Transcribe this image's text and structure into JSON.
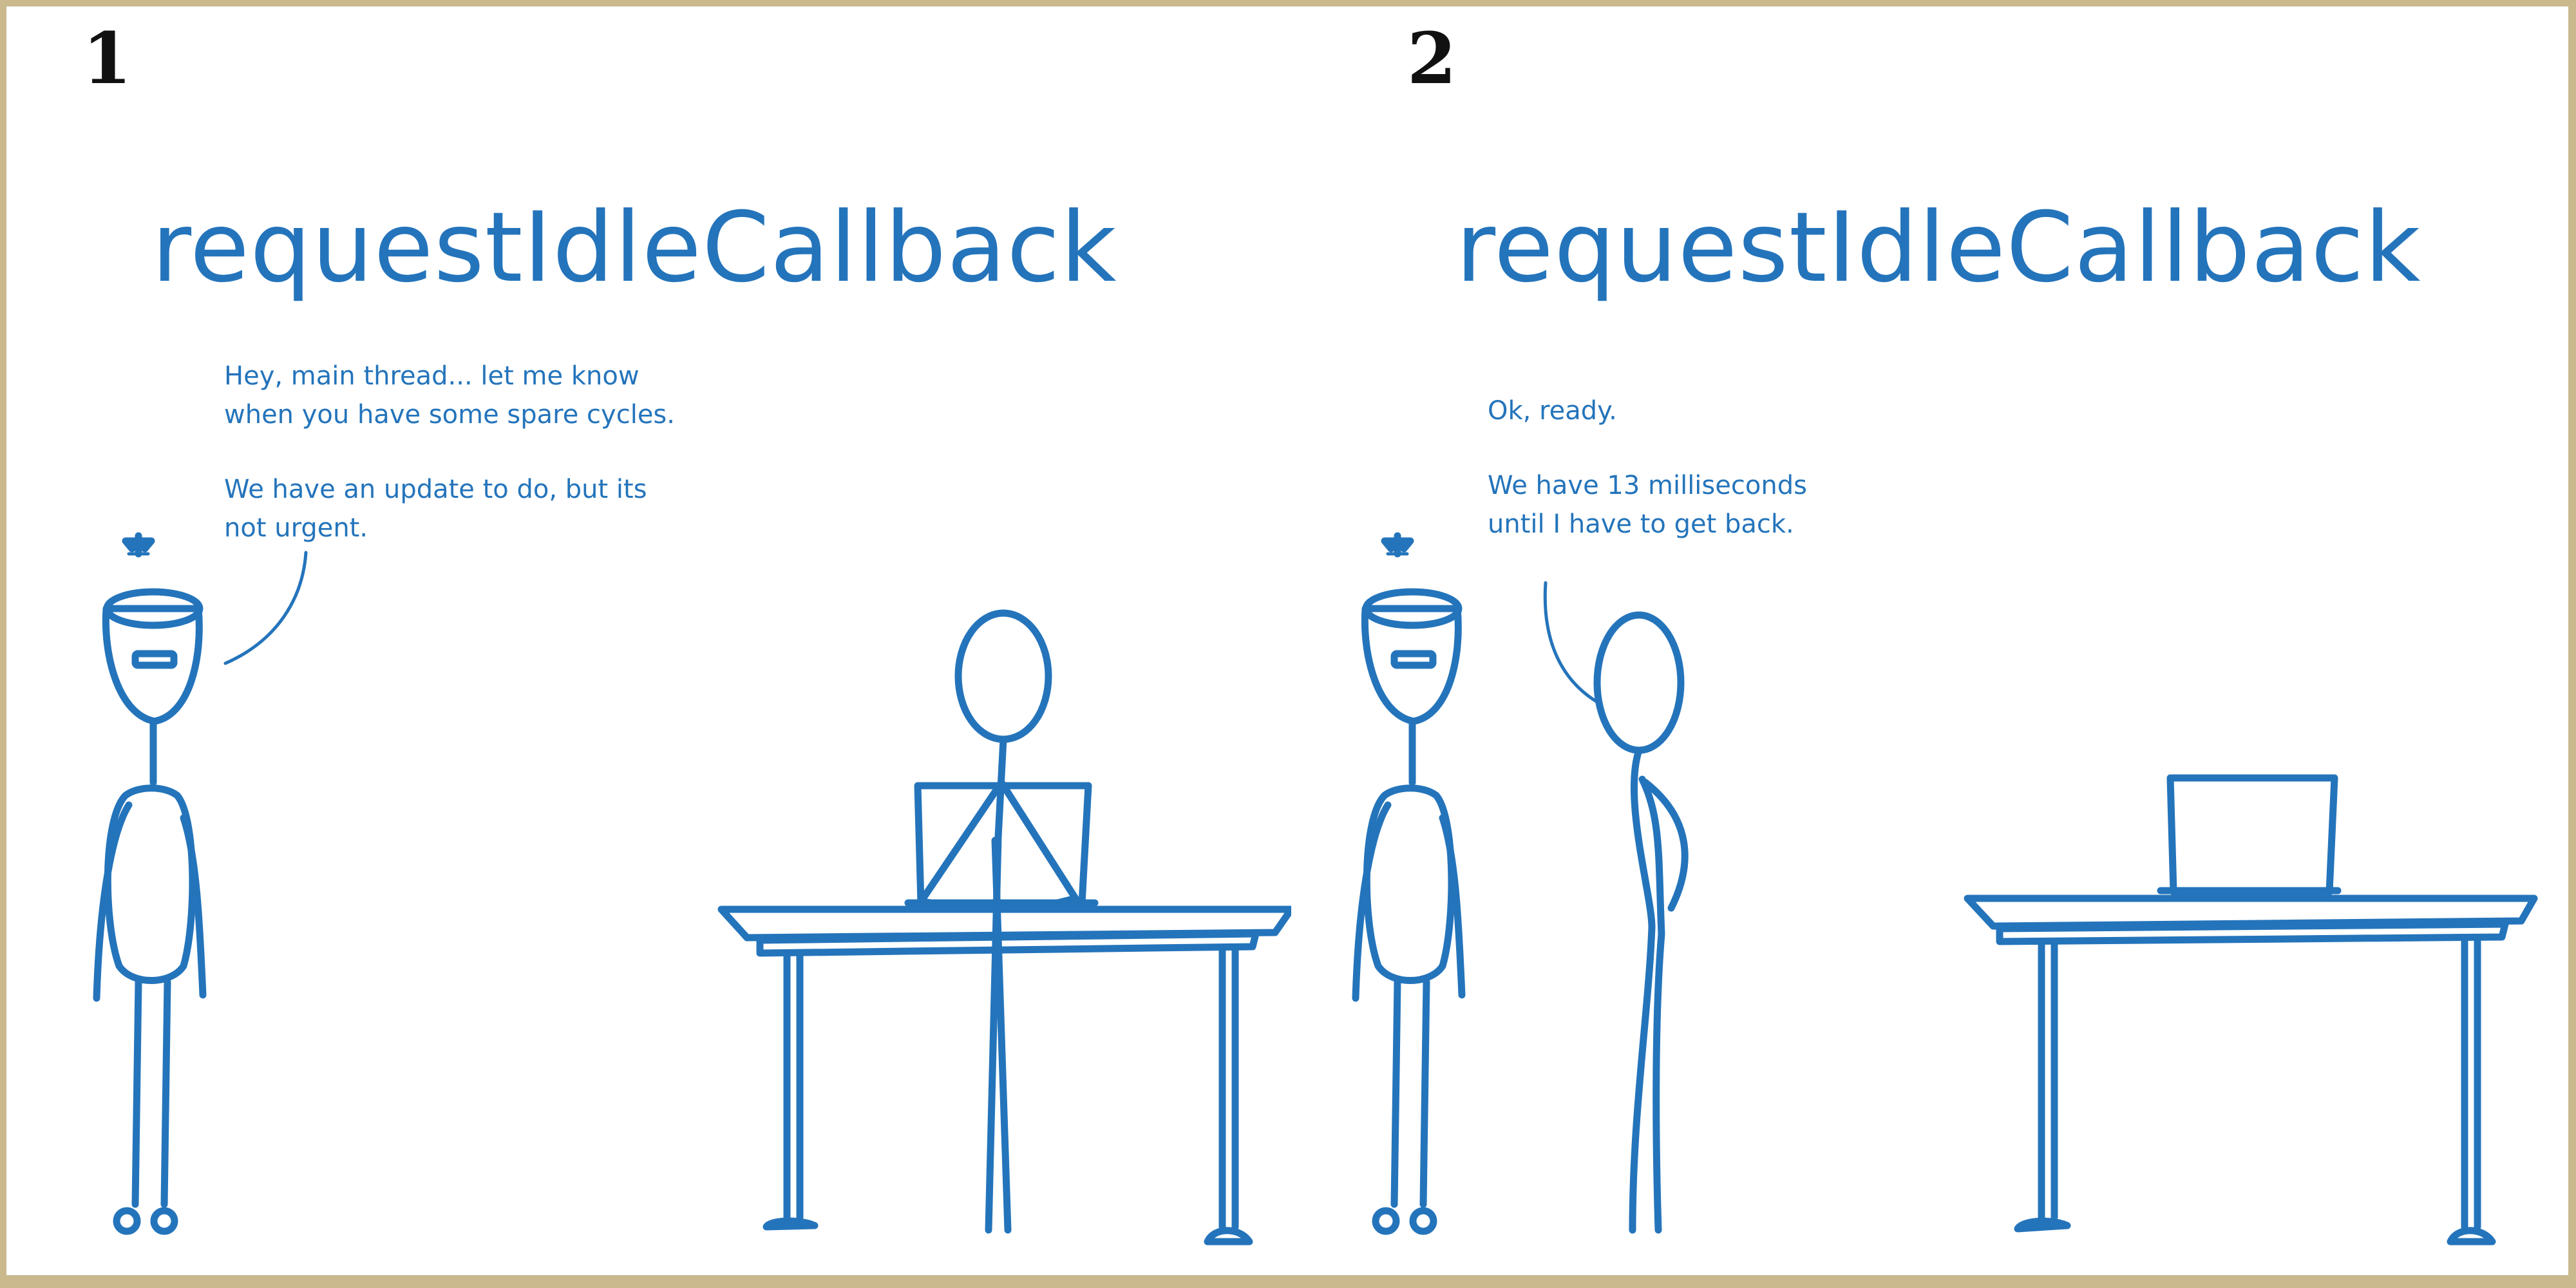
{
  "panels": [
    {
      "number": "1",
      "title": "requestIdleCallback",
      "speech": [
        "Hey, main thread... let me know\nwhen you have some spare cycles.",
        "We have an update to do, but its\nnot urgent."
      ]
    },
    {
      "number": "2",
      "title": "requestIdleCallback",
      "speech": [
        "Ok, ready.",
        "We have 13 milliseconds\nuntil I have to get back."
      ]
    }
  ],
  "colors": {
    "ink": "#2474bb",
    "border": "#c9b98d",
    "panel_number": "#111111"
  }
}
